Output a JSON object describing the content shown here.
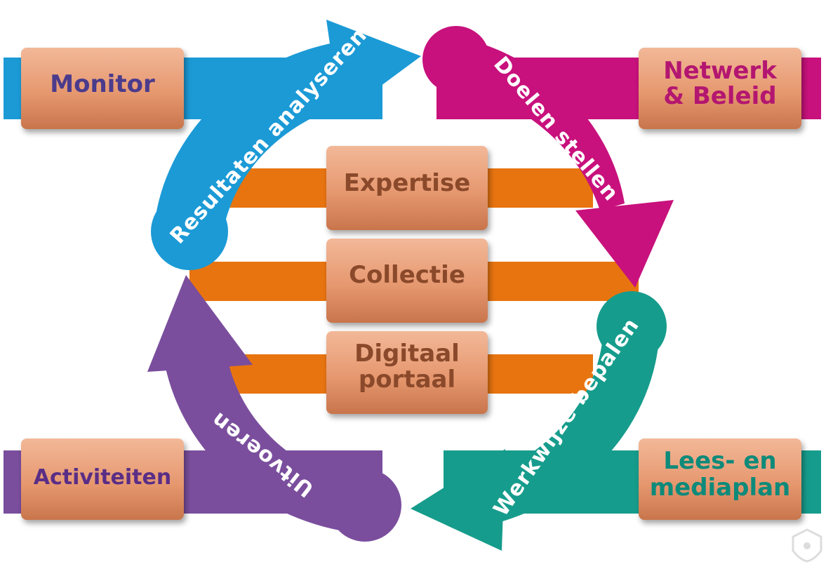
{
  "colors": {
    "blue": "#1b9ad6",
    "magenta": "#c8117c",
    "teal": "#169c8c",
    "purple": "#7a4e9d",
    "orange": "#e8740f",
    "brick": "#e9a27d",
    "brick_dark": "#c4704a"
  },
  "cycle": {
    "step1": "Doelen stellen",
    "step2": "Werkwijze bepalen",
    "step3": "Uitvoeren",
    "step4": "Resultaten analyseren"
  },
  "corners": {
    "top_left": "Monitor",
    "top_right_line1": "Netwerk",
    "top_right_line2": "& Beleid",
    "bottom_left": "Activiteiten",
    "bottom_right_line1": "Lees- en",
    "bottom_right_line2": "mediaplan"
  },
  "center": {
    "brick1": "Expertise",
    "brick2": "Collectie",
    "brick3_line1": "Digitaal",
    "brick3_line2": "portaal"
  },
  "watermark_icon": "shield-logo-icon"
}
